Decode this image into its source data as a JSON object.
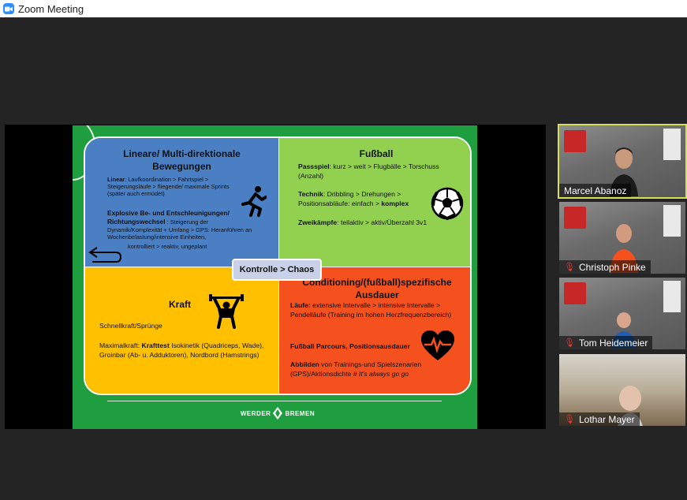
{
  "window": {
    "title": "Zoom Meeting"
  },
  "slide": {
    "q1": {
      "heading": "Lineare/ Multi-direktionale Bewegungen",
      "p1_b": "Linear",
      "p1": ": Laufkoordination > Fahrtspiel > Steigerungsläufe > fliegende/ maximale Sprints (später auch ermüdet)",
      "p2_b": "Explosive Be- und Entschleunigungen/ Richtungswechsel",
      "p2": " : Steigerung der Dynamik/Komplexität + Umfang > GPS: Heranführen an Wochenbelastung/intensive Einheiten,",
      "p3": "kontrolliert > reaktiv, ungeplant"
    },
    "q2": {
      "heading": "Fußball",
      "p1_b": "Passspiel",
      "p1": ": kurz > weit > Flugbälle > Torschuss (Anzahl)",
      "p2_b": "Technik",
      "p2": ": Dribbling > Drehungen > Positionsabläufe: einfach > ",
      "p2_b2": "komplex",
      "p3_b": "Zweikämpfe",
      "p3": ": teilaktiv > aktiv/Überzahl 3v1"
    },
    "q3": {
      "heading": "Kraft",
      "p1": "Schnellkraft/Sprünge",
      "p2_a": "Maximalkraft: ",
      "p2_b": "Krafttest",
      "p2": " Isokinetik (Quadriceps, Wade), Groinbar (Ab- u. Adduktoren), Nordbord (Hamstrings)"
    },
    "q4": {
      "heading": "Conditioning/(fußball)spezifische Ausdauer",
      "p1_b": "Läufe:",
      "p1": " extensive Intervalle > intensive Intervalle > Pendelläufe (Training im hohen Herzfrequenzbereich)",
      "p2_b": "Fußball Parcours, Positionsausdauer",
      "p3_b": "Abbilden",
      "p3": " von Trainings-und Spielszenarien (GPS)/Aktionsdichte ",
      "p3_i": "# It's always go go"
    },
    "center": "Kontrolle > Chaos",
    "footer_left": "WERDER",
    "footer_right": "BREMEN"
  },
  "participants": [
    {
      "name": "Marcel Abanoz",
      "muted": false,
      "active": true
    },
    {
      "name": "Christoph Pinke",
      "muted": true,
      "active": false
    },
    {
      "name": "Tom Heidemeier",
      "muted": true,
      "active": false
    },
    {
      "name": "Lothar Mayer",
      "muted": true,
      "active": false
    }
  ],
  "colors": {
    "zoom_blue": "#2d8cff",
    "slide_green": "#1f9e3f",
    "q1_blue": "#4a7fc4",
    "q2_green": "#92d050",
    "q3_yellow": "#ffc000",
    "q4_orange": "#f4511e",
    "active_speaker": "#d4e157"
  },
  "icons": [
    "zoom-app-icon",
    "runner-icon",
    "soccer-ball-icon",
    "weightlifter-icon",
    "heartbeat-icon",
    "return-arrow-icon",
    "werder-logo-icon",
    "mic-muted-icon"
  ]
}
